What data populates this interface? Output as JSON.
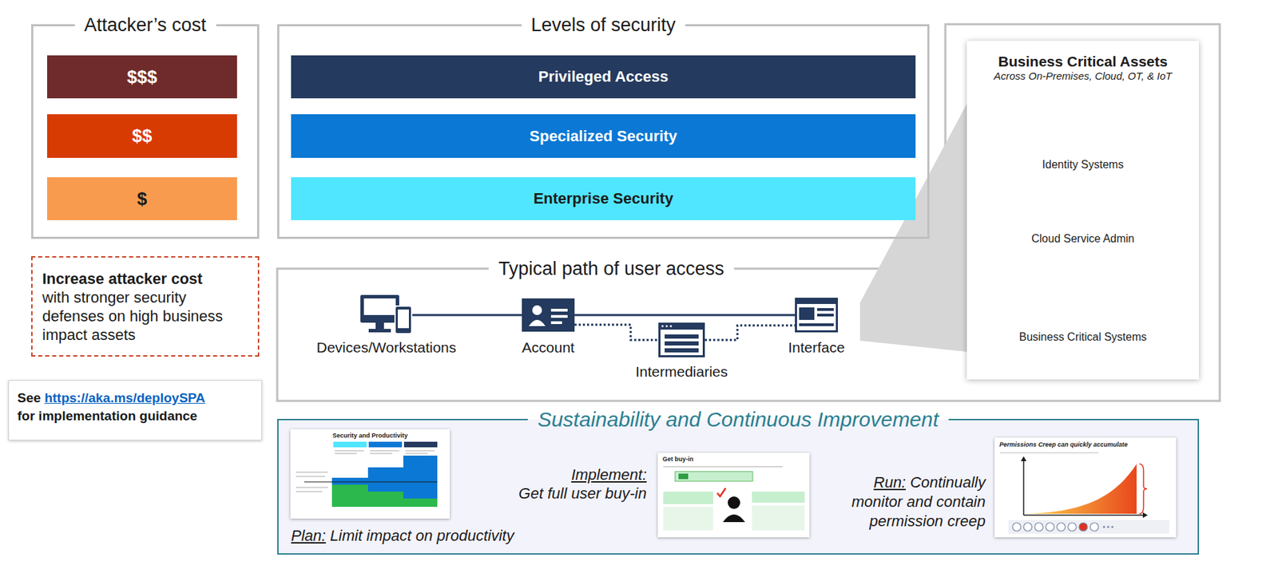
{
  "diagram": {
    "nodes": [
      {
        "text": [
          "Attacker’s cost"
        ]
      },
      {
        "text": [
          "$$$"
        ],
        "in": 0
      },
      {
        "text": [
          "$$"
        ],
        "in": 0
      },
      {
        "text": [
          "$"
        ],
        "in": 0
      },
      {
        "text": [
          "Levels of security"
        ]
      },
      {
        "text": [
          "Privileged Access"
        ],
        "in": 4
      },
      {
        "text": [
          "Specialized Security"
        ],
        "in": 4
      },
      {
        "text": [
          "Enterprise Security"
        ],
        "in": 4
      },
      {
        "text": [
          "Business Critical Assets",
          "Across On-Premises, Cloud, OT, & IoT",
          "Identity Systems",
          "Cloud Service Admin",
          "Business Critical Systems"
        ]
      },
      {
        "text": [
          "Increase attacker cost",
          "with stronger security defenses on high business impact assets"
        ]
      },
      {
        "text": [
          "Typical path of user access"
        ]
      },
      {
        "text": [
          "Devices/Workstations"
        ],
        "in": 10
      },
      {
        "text": [
          "Account"
        ],
        "in": 10
      },
      {
        "text": [
          "Intermediaries"
        ],
        "in": 10
      },
      {
        "text": [
          "Interface"
        ],
        "in": 10
      },
      {
        "text": [
          "See",
          "https://aka.ms/deploySPA",
          "for implementation guidance"
        ]
      },
      {
        "text": [
          "Sustainability and Continuous Improvement"
        ]
      },
      {
        "text": [
          "Security and Productivity"
        ],
        "in": 16
      },
      {
        "text": [
          "Get buy-in"
        ],
        "in": 16
      },
      {
        "text": [
          "Permissions Creep can quickly accumulate"
        ],
        "in": 16
      }
    ],
    "edges": [
      {
        "from": 11,
        "to": 12,
        "arrow": "none"
      },
      {
        "from": 12,
        "to": 13,
        "arrow": "none"
      },
      {
        "from": 13,
        "to": 14,
        "arrow": "none"
      },
      {
        "from": 12,
        "to": 14,
        "arrow": "none"
      }
    ],
    "labels": [
      "Plan:",
      "Limit impact on productivity",
      "Implement:",
      "Get full user buy-in",
      "Run:",
      "Continually monitor and contain permission creep"
    ]
  }
}
